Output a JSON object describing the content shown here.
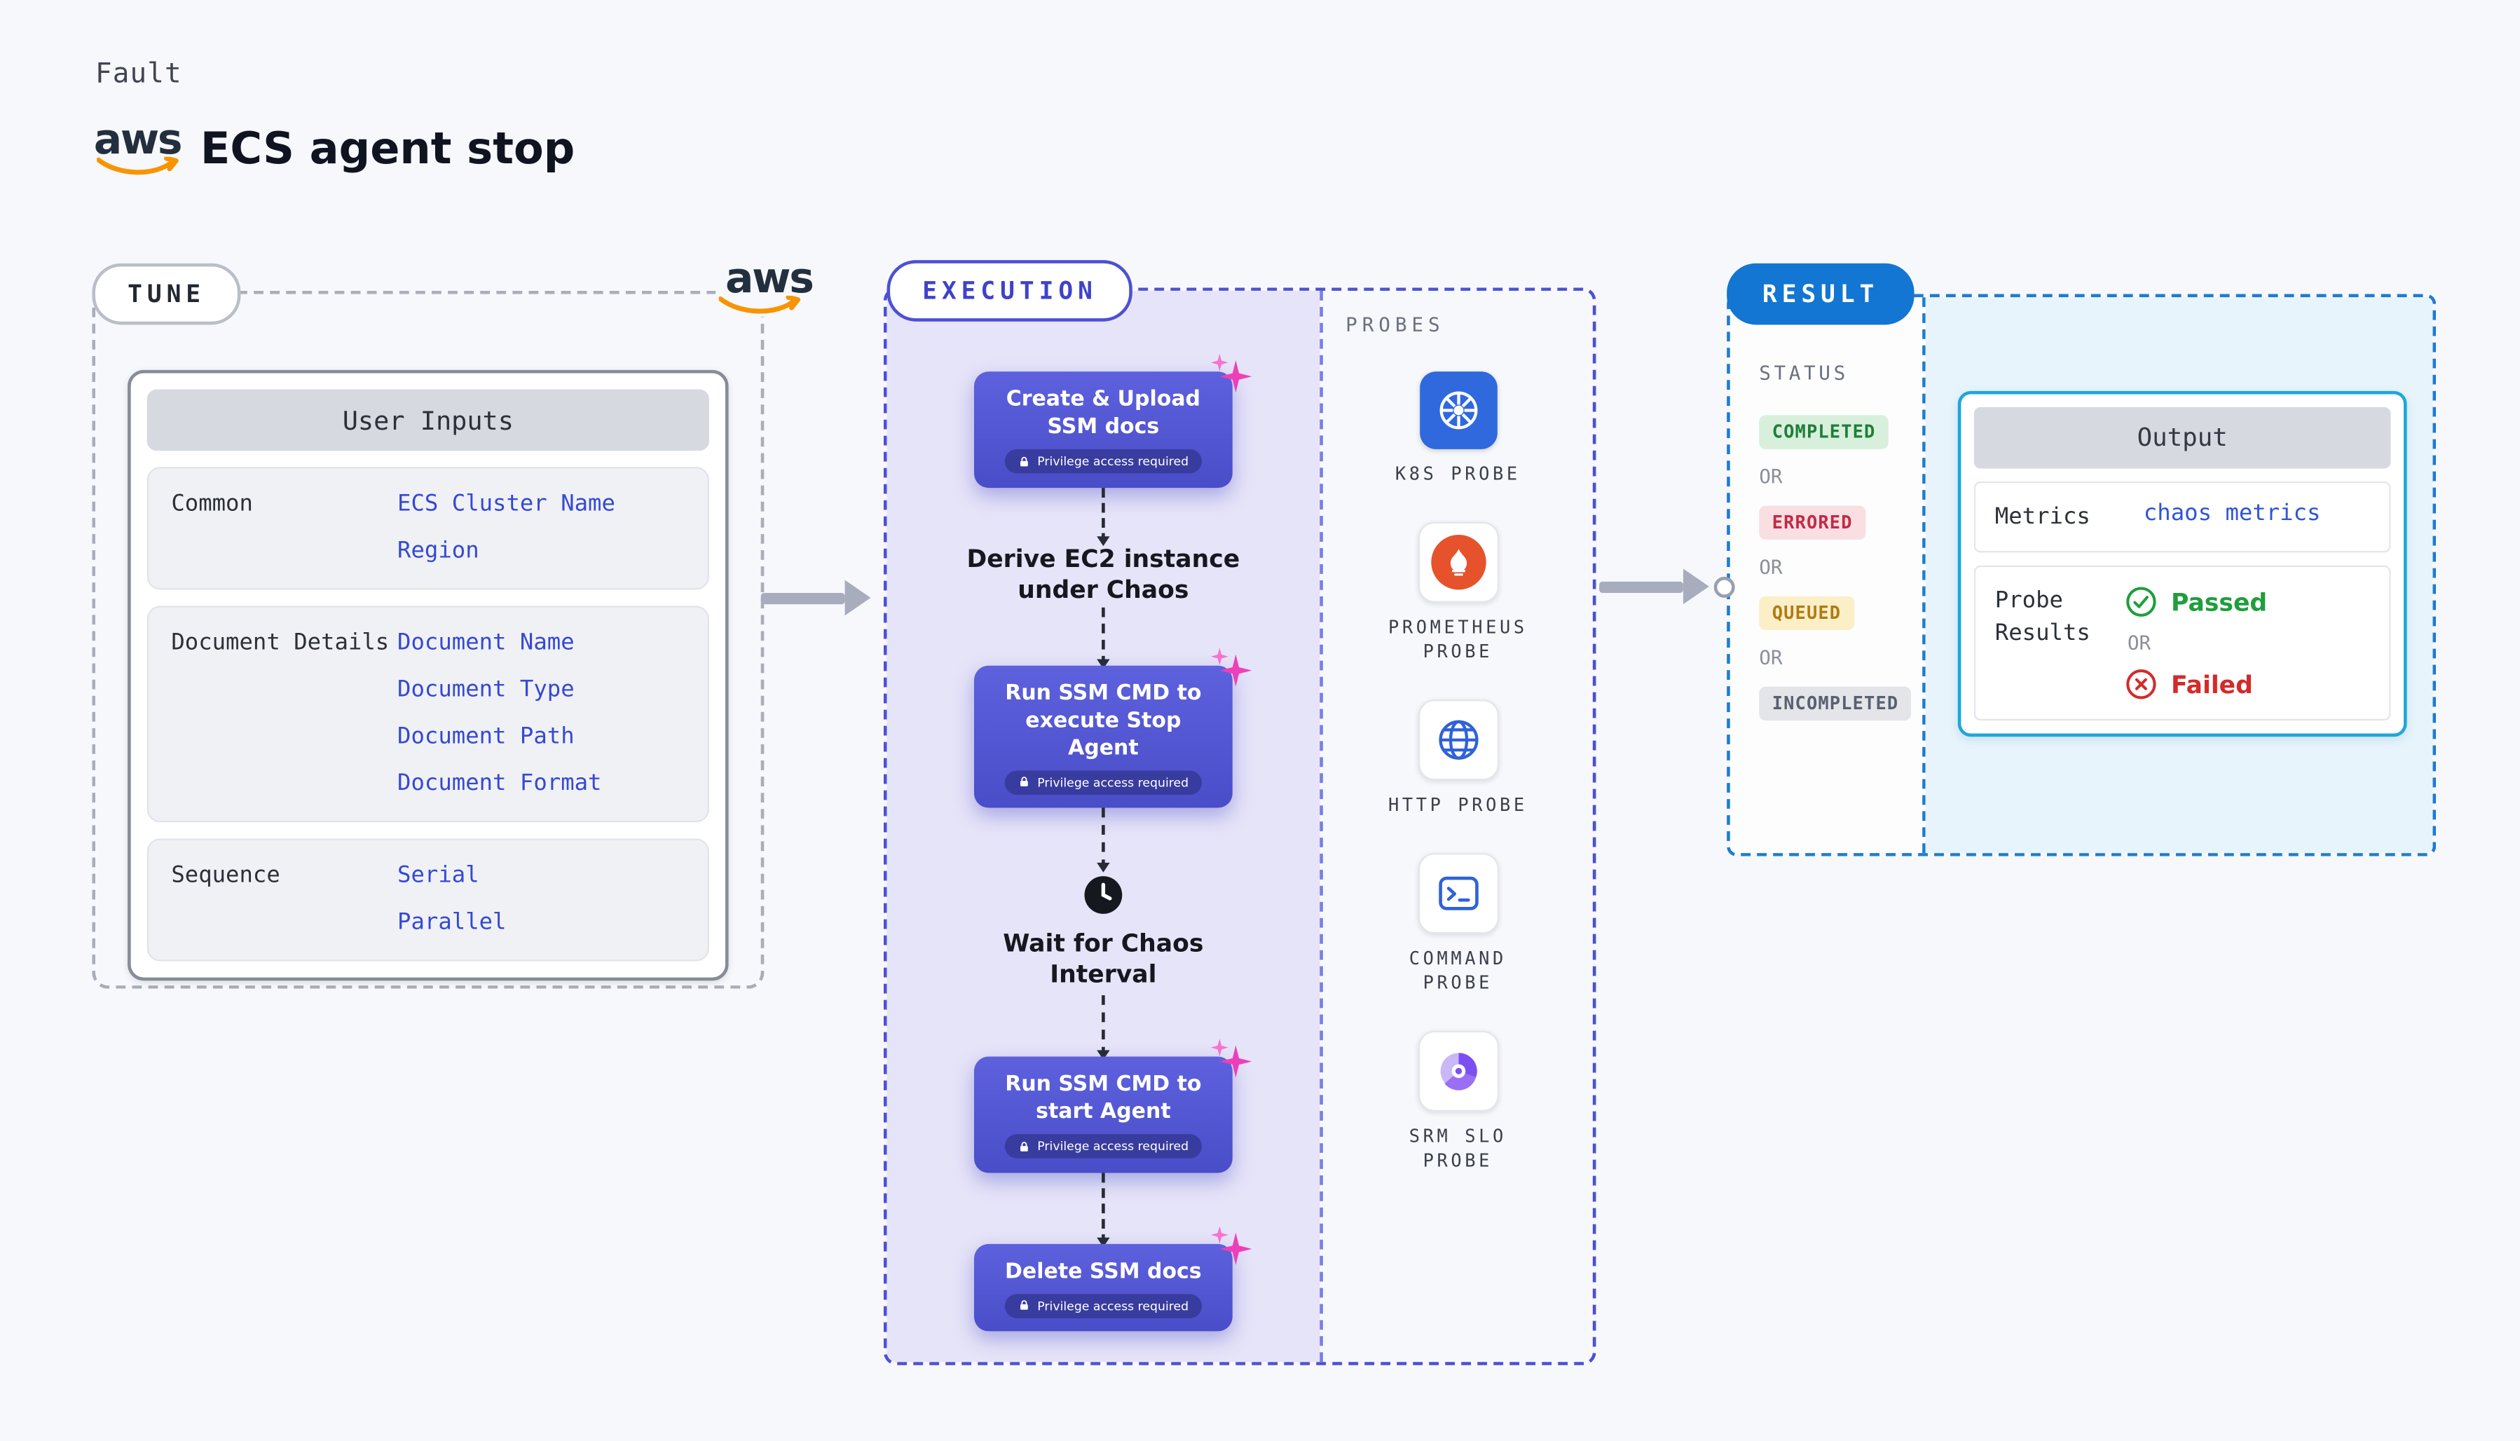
{
  "header": {
    "fault_label": "Fault",
    "aws_logo_text": "aws",
    "title": "ECS agent stop"
  },
  "tune": {
    "label": "TUNE",
    "aws_logo_text": "aws",
    "card_title": "User Inputs",
    "rows": [
      {
        "label": "Common",
        "links": [
          "ECS Cluster Name",
          "Region"
        ]
      },
      {
        "label": "Document Details",
        "links": [
          "Document Name",
          "Document Type",
          "Document Path",
          "Document Format"
        ]
      },
      {
        "label": "Sequence",
        "links": [
          "Serial",
          "Parallel"
        ]
      }
    ]
  },
  "execution": {
    "label": "EXECUTION",
    "steps": [
      {
        "type": "action",
        "label": "Create & Upload SSM docs",
        "badge": "Privilege access required"
      },
      {
        "type": "text",
        "label": "Derive EC2 instance under Chaos"
      },
      {
        "type": "action",
        "label": "Run SSM CMD to execute Stop Agent",
        "badge": "Privilege access required"
      },
      {
        "type": "wait",
        "label": "Wait for Chaos Interval"
      },
      {
        "type": "action",
        "label": "Run SSM CMD to start Agent",
        "badge": "Privilege access required"
      },
      {
        "type": "action",
        "label": "Delete SSM docs",
        "badge": "Privilege access required"
      }
    ],
    "probes": {
      "title": "PROBES",
      "items": [
        {
          "icon": "k8s-icon",
          "label": "K8S PROBE"
        },
        {
          "icon": "prometheus-icon",
          "label": "PROMETHEUS PROBE"
        },
        {
          "icon": "http-icon",
          "label": "HTTP PROBE"
        },
        {
          "icon": "command-icon",
          "label": "COMMAND PROBE"
        },
        {
          "icon": "srm-slo-icon",
          "label": "SRM SLO PROBE"
        }
      ]
    }
  },
  "result": {
    "label": "RESULT",
    "status_title": "STATUS",
    "or_label": "OR",
    "statuses": [
      {
        "label": "COMPLETED",
        "bg": "#d8efdc",
        "color": "#1d7f37"
      },
      {
        "label": "ERRORED",
        "bg": "#f9dee2",
        "color": "#c22a45"
      },
      {
        "label": "QUEUED",
        "bg": "#fbefc8",
        "color": "#b07b12"
      },
      {
        "label": "INCOMPLETED",
        "bg": "#e3e5e9",
        "color": "#596070"
      }
    ],
    "output": {
      "title": "Output",
      "metrics_label": "Metrics",
      "metrics_link": "chaos metrics",
      "probe_results_label": "Probe Results",
      "passed_label": "Passed",
      "or_label": "OR",
      "failed_label": "Failed"
    }
  },
  "colors": {
    "accent_purple": "#5154cf",
    "accent_indigo": "#4d50d4",
    "execution_bg": "#e6e4f8",
    "result_blue": "#1276d2",
    "result_panel_bg": "#e8f4fb",
    "output_border": "#1ea7d9",
    "link_blue": "#3549d4",
    "aws_orange": "#f79400",
    "sparkle_pink": "#ee3fb9",
    "arrow_gray": "#a7adbd",
    "passed_green": "#1f9e3d",
    "failed_red": "#d42a2a"
  }
}
